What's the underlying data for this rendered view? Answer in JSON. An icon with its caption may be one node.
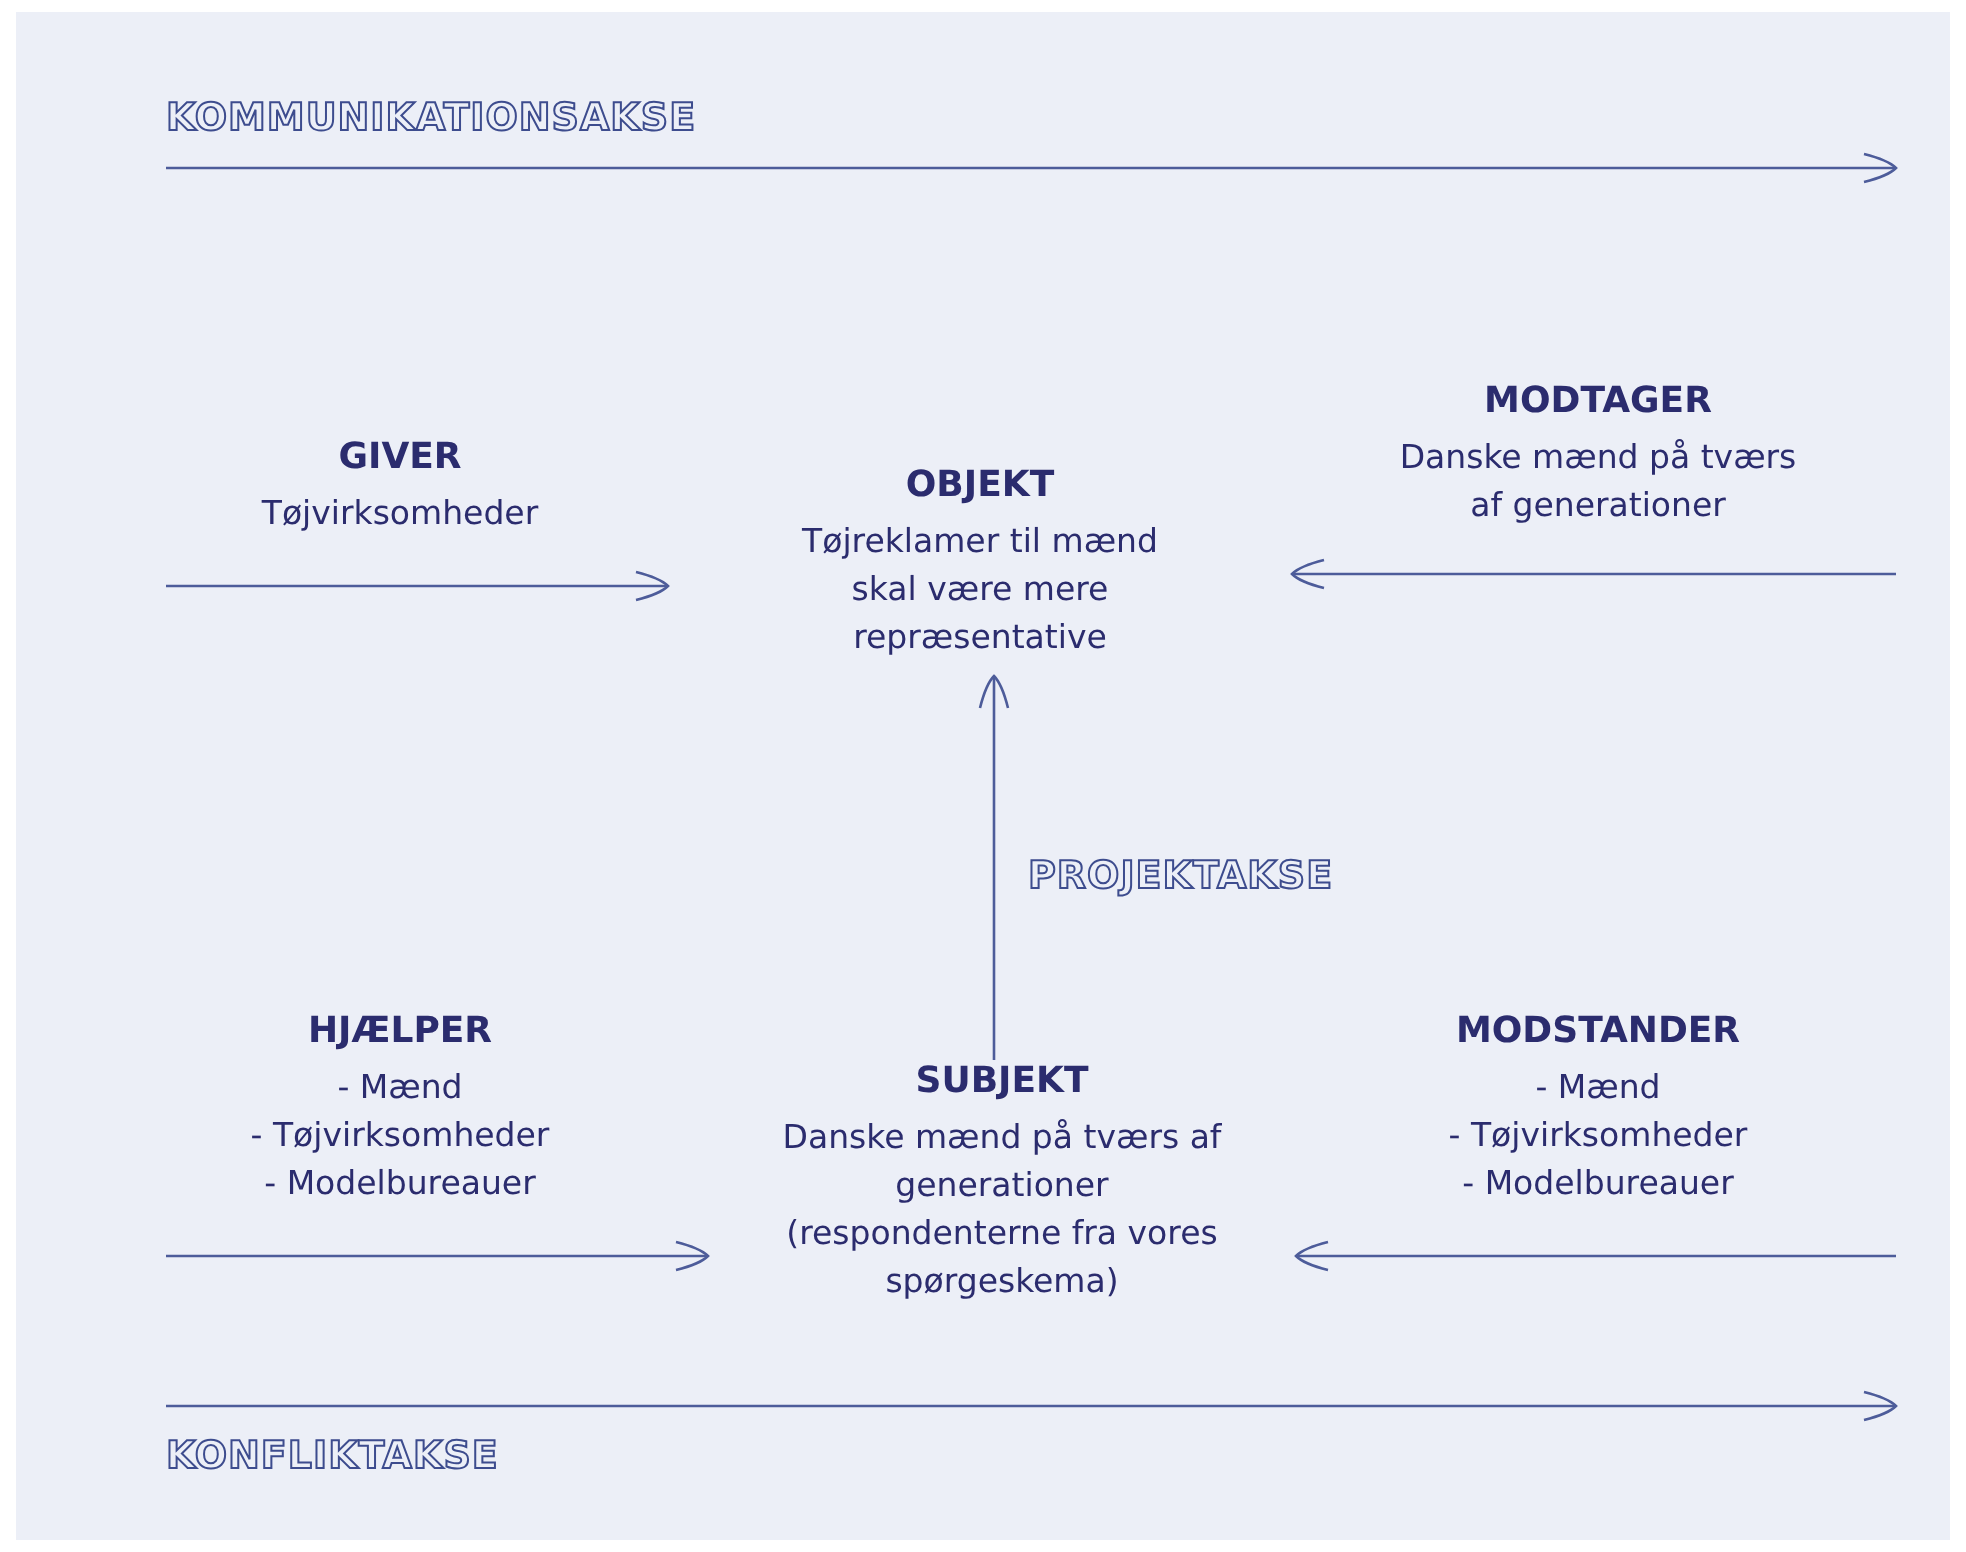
{
  "diagram": {
    "nodes": [
      {
        "text": [
          "GIVER",
          "Tøjvirksomheder"
        ]
      },
      {
        "text": [
          "OBJEKT",
          "Tøjreklamer til mænd skal være mere repræsentative"
        ]
      },
      {
        "text": [
          "MODTAGER",
          "Danske mænd på tværs af generationer"
        ]
      },
      {
        "text": [
          "HJÆLPER",
          "- Mænd",
          "- Tøjvirksomheder",
          "- Modelbureauer"
        ]
      },
      {
        "text": [
          "SUBJEKT",
          "Danske mænd på tværs af generationer (respondenterne fra vores spørgeskema)"
        ]
      },
      {
        "text": [
          "MODSTANDER",
          "- Mænd",
          "- Tøjvirksomheder",
          "- Modelbureauer"
        ]
      }
    ],
    "edges": [
      {
        "from": null,
        "to": 1,
        "arrow": "to"
      },
      {
        "from": null,
        "to": 1,
        "arrow": "to"
      },
      {
        "from": 4,
        "to": 1,
        "arrow": "to"
      },
      {
        "from": null,
        "to": 4,
        "arrow": "to"
      },
      {
        "from": null,
        "to": 4,
        "arrow": "to"
      }
    ],
    "labels": [
      "KOMMUNIKATIONSAKSE",
      "PROJEKTAKSE",
      "KONFLIKTAKSE"
    ]
  }
}
